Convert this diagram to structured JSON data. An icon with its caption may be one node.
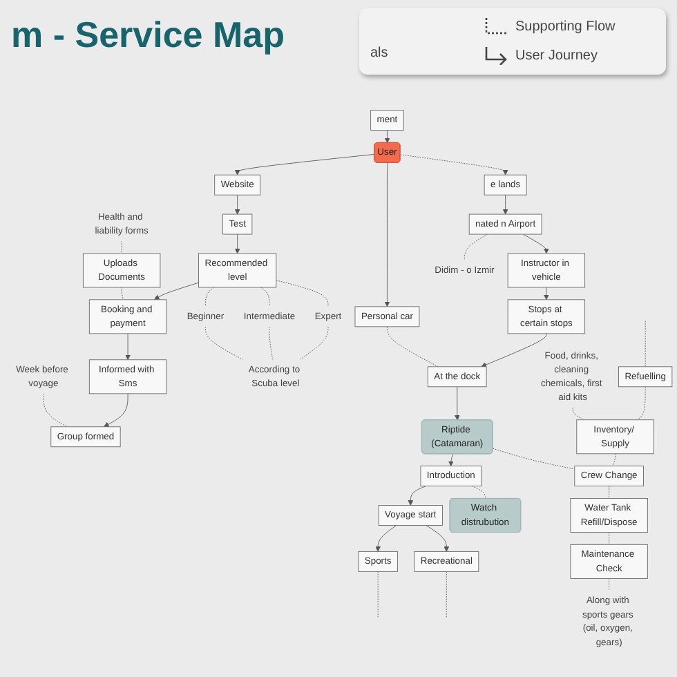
{
  "diagram": {
    "title": "m - Service Map",
    "nodes": [
      {
        "text": [
          "Health and liability forms"
        ]
      },
      {
        "text": [
          "Uploads Documents"
        ]
      },
      {
        "text": [
          "Week before voyage"
        ]
      },
      {
        "text": [
          "ment"
        ]
      },
      {
        "text": [
          "User"
        ]
      },
      {
        "text": [
          "Website"
        ]
      },
      {
        "text": [
          "Test"
        ]
      },
      {
        "text": [
          "Recommended level"
        ]
      },
      {
        "text": [
          "Booking and payment"
        ]
      },
      {
        "text": [
          "Informed with Sms"
        ]
      },
      {
        "text": [
          "Group formed"
        ]
      },
      {
        "text": [
          "Beginner"
        ]
      },
      {
        "text": [
          "Intermediate"
        ]
      },
      {
        "text": [
          "Expert"
        ]
      },
      {
        "text": [
          "According to Scuba level"
        ]
      },
      {
        "text": [
          "e lands"
        ]
      },
      {
        "text": [
          "Personal car"
        ]
      },
      {
        "text": [
          "Sports"
        ]
      },
      {
        "text": [
          "nated n Airport"
        ]
      },
      {
        "text": [
          "Instructor in vehicle"
        ]
      },
      {
        "text": [
          "Stops at certain stops"
        ]
      },
      {
        "text": [
          "At the dock"
        ]
      },
      {
        "text": [
          "Riptide (Catamaran)"
        ]
      },
      {
        "text": [
          "Introduction"
        ]
      },
      {
        "text": [
          "Voyage start"
        ]
      },
      {
        "text": [
          "Recreational"
        ]
      },
      {
        "text": [
          "Didim - o Izmir"
        ]
      },
      {
        "text": [
          "Food, drinks, cleaning chemicals, first aid kits"
        ]
      },
      {
        "text": [
          "Watch distrubution"
        ]
      },
      {
        "text": [
          "Refuelling"
        ]
      },
      {
        "text": [
          "Inventory/ Supply"
        ]
      },
      {
        "text": [
          "Crew Change"
        ]
      },
      {
        "text": [
          "Water Tank Refill/Dispose"
        ]
      },
      {
        "text": [
          "Maintenance Check"
        ]
      },
      {
        "text": [
          "Along with sports gears (oil, oxygen, gears)"
        ]
      }
    ],
    "edges": [
      {
        "from": 0,
        "to": 1,
        "arrow": "none",
        "style": "dashed"
      },
      {
        "from": 1,
        "to": 8,
        "arrow": "none",
        "style": "dashed"
      },
      {
        "from": 2,
        "to": 10,
        "arrow": "none",
        "style": "dashed"
      },
      {
        "from": 3,
        "to": 4,
        "arrow": "to"
      },
      {
        "from": 4,
        "to": 5,
        "arrow": "to"
      },
      {
        "from": 5,
        "to": 6,
        "arrow": "to"
      },
      {
        "from": 6,
        "to": 7,
        "arrow": "to"
      },
      {
        "from": 7,
        "to": 8,
        "arrow": "to"
      },
      {
        "from": 8,
        "to": 9,
        "arrow": "to"
      },
      {
        "from": 9,
        "to": 10,
        "arrow": "to"
      },
      {
        "from": 7,
        "to": 11,
        "arrow": "none",
        "style": "dashed"
      },
      {
        "from": 7,
        "to": 12,
        "arrow": "none",
        "style": "dashed"
      },
      {
        "from": 7,
        "to": 13,
        "arrow": "none",
        "style": "dashed"
      },
      {
        "from": 11,
        "to": 14,
        "arrow": "none",
        "style": "dashed"
      },
      {
        "from": 12,
        "to": 14,
        "arrow": "none",
        "style": "dashed"
      },
      {
        "from": 13,
        "to": 14,
        "arrow": "none",
        "style": "dashed"
      },
      {
        "from": 4,
        "to": 15,
        "arrow": "to",
        "style": "dashed"
      },
      {
        "from": 4,
        "to": 16,
        "arrow": "to"
      },
      {
        "from": 15,
        "to": 18,
        "arrow": "to"
      },
      {
        "from": 16,
        "to": 21,
        "arrow": "none",
        "style": "dashed"
      },
      {
        "from": 18,
        "to": 19,
        "arrow": "to"
      },
      {
        "from": 19,
        "to": 20,
        "arrow": "to"
      },
      {
        "from": 20,
        "to": 21,
        "arrow": "to"
      },
      {
        "from": 21,
        "to": 22,
        "arrow": "to"
      },
      {
        "from": 22,
        "to": 23,
        "arrow": "to"
      },
      {
        "from": 23,
        "to": 24,
        "arrow": "to"
      },
      {
        "from": 24,
        "to": 17,
        "arrow": "to"
      },
      {
        "from": 24,
        "to": 25,
        "arrow": "to"
      },
      {
        "from": 17,
        "to": null,
        "arrow": "none",
        "style": "dashed"
      },
      {
        "from": 25,
        "to": null,
        "arrow": "none",
        "style": "dashed"
      },
      {
        "from": 18,
        "to": 26,
        "arrow": "none",
        "style": "dashed"
      },
      {
        "from": 22,
        "to": 31,
        "arrow": "none",
        "style": "dashed"
      },
      {
        "from": 23,
        "to": 28,
        "arrow": "none",
        "style": "dashed"
      },
      {
        "from": 27,
        "to": 30,
        "arrow": "none",
        "style": "dashed"
      },
      {
        "from": null,
        "to": 29,
        "arrow": "none",
        "style": "dashed"
      },
      {
        "from": 29,
        "to": 30,
        "arrow": "none",
        "style": "dashed"
      },
      {
        "from": 30,
        "to": 31,
        "arrow": "none",
        "style": "dashed"
      },
      {
        "from": 31,
        "to": 32,
        "arrow": "none",
        "style": "dashed"
      },
      {
        "from": 32,
        "to": 33,
        "arrow": "none",
        "style": "dashed"
      },
      {
        "from": 33,
        "to": 34,
        "arrow": "none",
        "style": "dashed"
      }
    ],
    "legend": [
      {
        "text": "Supporting Flow"
      },
      {
        "text": "als"
      },
      {
        "text": "User Journey"
      }
    ]
  }
}
